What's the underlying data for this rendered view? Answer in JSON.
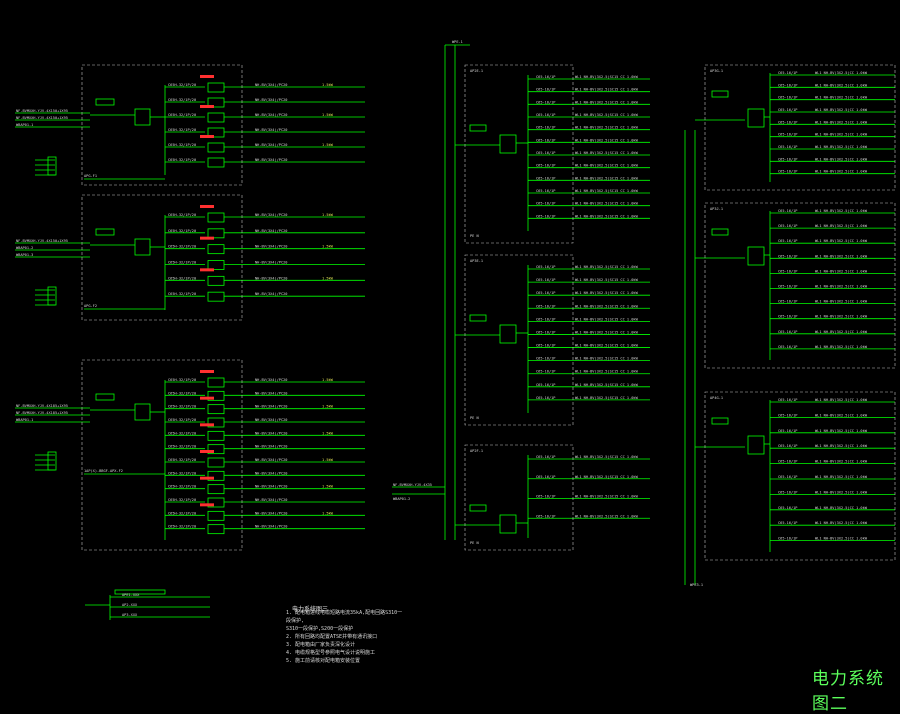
{
  "drawing_title": "电力系统图二",
  "notes": {
    "title": "电力系统图三",
    "lines": [
      "1. 配电箱进线电缆短路电流35kA,配电回路S310一段保护,",
      "S310一段保护,S200一段保护",
      "2. 所有回路均配置ATSE并带有通讯接口",
      "3. 配电箱由厂家负责深化设计",
      "4. 电缆规格型号参照电气设计说明施工",
      "5. 施工前请核对配电箱安装位置"
    ]
  },
  "panels_left": [
    {
      "id": "APG-F1",
      "incoming": [
        "NF-BVMXXH-YJV-4X150+1X95",
        "NF-BVMXXH-YJV-4X150+1X95",
        "WBAP01-1"
      ],
      "label": "APG-F1"
    },
    {
      "id": "APG-F2",
      "incoming": [
        "NF-BVMXXH-YJV-4X150+1X95",
        "WBAP01-2",
        "WBAP01-3"
      ],
      "label": "APG-F2"
    },
    {
      "id": "APG-F3",
      "incoming": [
        "NF-BVMXXH-YJV-4X185+1X95",
        "NF-BVMXXH-YJV-4X185+1X95",
        "WBAP01-1"
      ],
      "label": "1AP(X)-BBGF-APX-F2"
    }
  ],
  "panels_mid": [
    {
      "id": "AP2E-1",
      "label": "AP2E-1"
    },
    {
      "id": "AP3E-1",
      "label": "AP3E-1"
    },
    {
      "id": "AP2F-1",
      "label": "AP2F-1"
    }
  ],
  "panels_right": [
    {
      "id": "AP3G-1",
      "label": "AP3G-1"
    },
    {
      "id": "AP3J-1",
      "label": "AP3J-1"
    },
    {
      "id": "AP4G-1",
      "label": "AP4G-1"
    }
  ],
  "mid_bus_label": "WPE-1",
  "right_bus_label": "WPE3-1",
  "legend_box": {
    "rows": [
      "APE1-XXX",
      "AP2-XXX",
      "AP3-XXX"
    ]
  },
  "colors": {
    "line": "#00ff00",
    "text": "#d8d8d8",
    "red": "#ff3030",
    "frame": "#bfbfbf"
  }
}
